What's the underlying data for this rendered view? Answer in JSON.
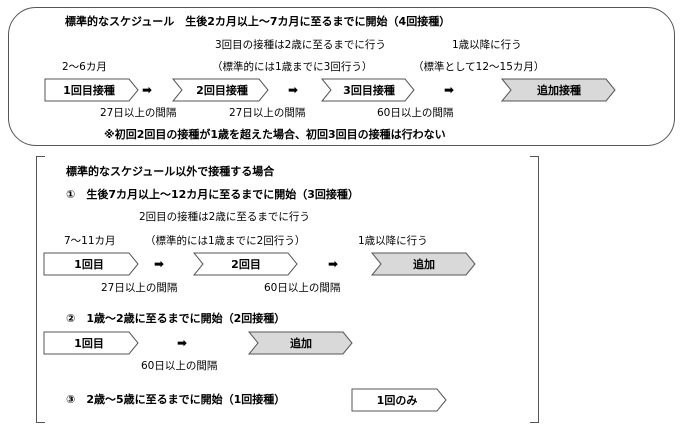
{
  "section1": {
    "title": "標準的なスケジュール　生後2カ月以上～7カ月に至るまでに開始（4回接種）",
    "note_dose3": "3回目の接種は2歳に至るまでに行う",
    "note_after1": "1歳以降に行う",
    "range": "2～6カ月",
    "standard_paren": "（標準的には1歳までに3回行う）",
    "standard_booster": "（標準として12～15カ月）",
    "steps": [
      "1回目接種",
      "2回目接種",
      "3回目接種",
      "追加接種"
    ],
    "arrow": "➡",
    "interval1": "27日以上の間隔",
    "interval2": "27日以上の間隔",
    "interval3": "60日以上の間隔",
    "footnote": "※初回2回目の接種が1歳を超えた場合、初回3回目の接種は行わない"
  },
  "section2": {
    "title": "標準的なスケジュール以外で接種する場合",
    "case1": {
      "heading": "①　生後7カ月以上～12カ月に至るまでに開始（3回接種）",
      "note_dose2": "2回目の接種は2歳に至るまでに行う",
      "range": "7～11カ月",
      "standard_paren": "（標準的には1歳までに2回行う）",
      "note_after1": "1歳以降に行う",
      "steps": [
        "1回目",
        "2回目",
        "追加"
      ],
      "interval1": "27日以上の間隔",
      "interval2": "60日以上の間隔"
    },
    "case2": {
      "heading": "②　1歳～2歳に至るまでに開始（2回接種）",
      "steps": [
        "1回目",
        "追加"
      ],
      "interval1": "60日以上の間隔"
    },
    "case3": {
      "heading": "③　2歳～5歳に至るまでに開始（1回接種）",
      "steps": [
        "1回のみ"
      ]
    }
  },
  "colors": {
    "booster_fill": "#d9d9d9",
    "border": "#555555"
  }
}
